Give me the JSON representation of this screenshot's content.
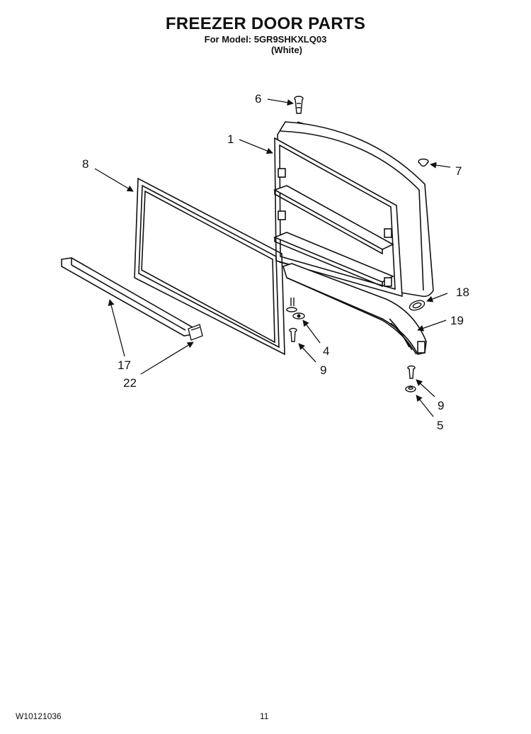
{
  "header": {
    "title": "FREEZER DOOR PARTS",
    "model_line": "For Model: 5GR9SHKXLQ03",
    "variant": "(White)"
  },
  "footer": {
    "doc_number": "W10121036",
    "page_number": "11"
  },
  "callouts": [
    {
      "id": "c1",
      "label": "1"
    },
    {
      "id": "c4",
      "label": "4"
    },
    {
      "id": "c5",
      "label": "5"
    },
    {
      "id": "c6",
      "label": "6"
    },
    {
      "id": "c7",
      "label": "7"
    },
    {
      "id": "c8",
      "label": "8"
    },
    {
      "id": "c9a",
      "label": "9"
    },
    {
      "id": "c9b",
      "label": "9"
    },
    {
      "id": "c17",
      "label": "17"
    },
    {
      "id": "c18",
      "label": "18"
    },
    {
      "id": "c19",
      "label": "19"
    },
    {
      "id": "c22",
      "label": "22"
    }
  ]
}
